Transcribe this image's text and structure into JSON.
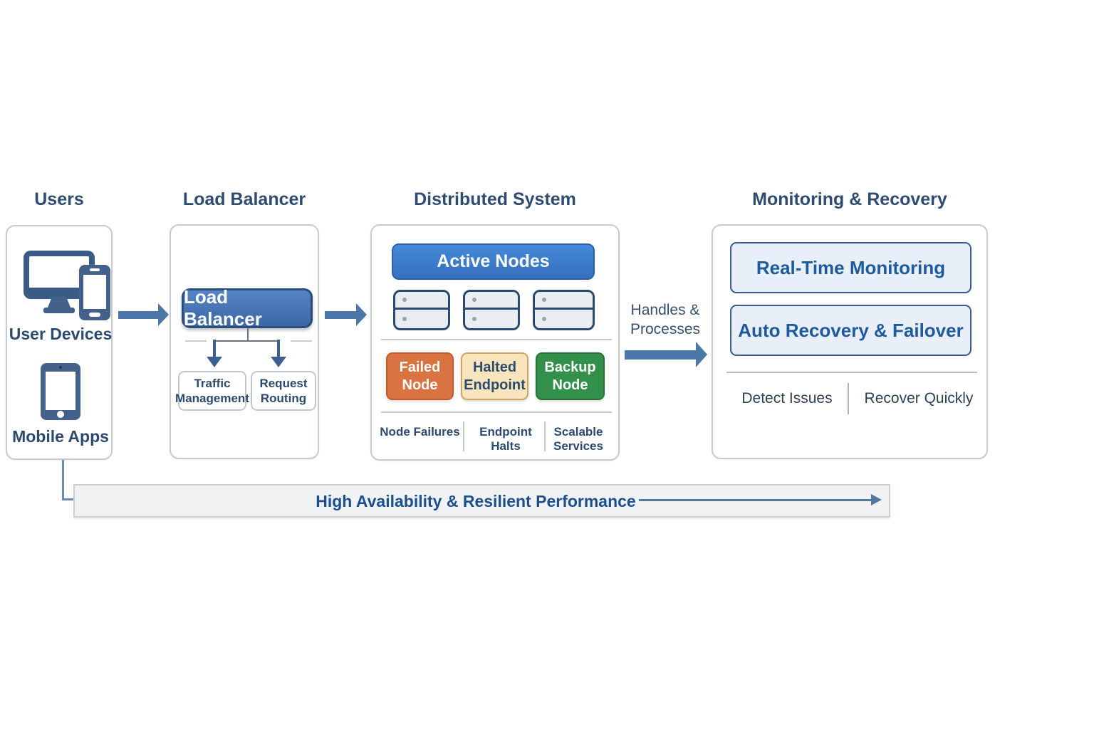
{
  "users": {
    "title": "Users",
    "device_group_label": "User Devices",
    "mobile_group_label": "Mobile Apps"
  },
  "load_balancer": {
    "title": "Load Balancer",
    "main_button": "Load Balancer",
    "sub_boxes": [
      {
        "label": "Traffic Management"
      },
      {
        "label": "Request Routing"
      }
    ]
  },
  "distributed_system": {
    "title": "Distributed System",
    "active_banner": "Active Nodes",
    "status_boxes": [
      {
        "label": "Failed Node",
        "fill": "#d97342",
        "border": "#bf5d2e",
        "text_color": "#ffffff"
      },
      {
        "label": "Halted Endpoint",
        "fill": "#f9e5bd",
        "border": "#d2a461",
        "text_color": "#2c4a6e"
      },
      {
        "label": "Backup Node",
        "fill": "#33904a",
        "border": "#297139",
        "text_color": "#ffffff"
      }
    ],
    "footer_labels": [
      {
        "label": "Node Failures"
      },
      {
        "label": "Endpoint Halts"
      },
      {
        "label": "Scalable Services"
      }
    ]
  },
  "flow": {
    "handles_line1": "Handles &",
    "handles_line2": "Processes"
  },
  "monitoring": {
    "title": "Monitoring & Recovery",
    "boxes": [
      {
        "label": "Real-Time Monitoring"
      },
      {
        "label": "Auto Recovery & Failover"
      }
    ],
    "footer_labels": [
      {
        "label": "Detect Issues"
      },
      {
        "label": "Recover Quickly"
      }
    ]
  },
  "banner": {
    "text": "High Availability & Resilient Performance"
  },
  "colors": {
    "title_text": "#2e4b70",
    "navy": "#2c4a6e",
    "arrow_blue": "#4b78a8",
    "arrow_dark_blue": "#3c6190",
    "accent_button_blue": "#3b67a5",
    "active_nodes_blue": "#3b7ccb",
    "monitor_box_fill": "#e9eff8",
    "monitor_text_blue": "#1d5a9e",
    "panel_border": "#c7cbd1",
    "banner_fill": "#f1f2f4",
    "banner_text": "#1b4f8e"
  }
}
